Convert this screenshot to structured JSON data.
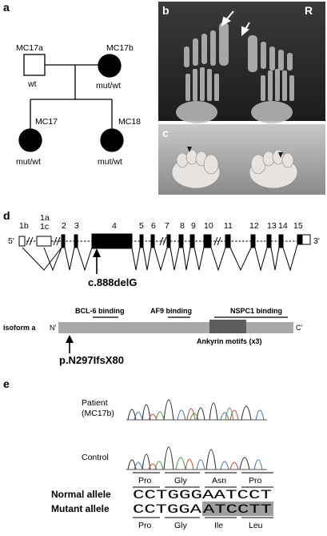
{
  "panel_a": {
    "letter": "a",
    "members": [
      {
        "id": "MC17a",
        "genotype": "wt"
      },
      {
        "id": "MC17b",
        "genotype": "mut/wt"
      },
      {
        "id": "MC17",
        "genotype": "mut/wt"
      },
      {
        "id": "MC18",
        "genotype": "mut/wt"
      }
    ]
  },
  "panel_b": {
    "letter": "b",
    "side_label": "R"
  },
  "panel_c": {
    "letter": "c"
  },
  "panel_d": {
    "letter": "d",
    "five_prime": "5'",
    "three_prime": "3'",
    "exons": [
      "1b",
      "1a",
      "1c",
      "2",
      "3",
      "4",
      "5",
      "6",
      "7",
      "8",
      "9",
      "10",
      "11",
      "12",
      "13",
      "14",
      "15"
    ],
    "mutation_cdna": "c.888delG",
    "isoform_label": "isoform a",
    "n_term": "N'",
    "c_term": "C'",
    "domains": [
      "BCL-6 binding",
      "AF9 binding",
      "NSPC1 binding"
    ],
    "ankyrin_label": "Ankyrin motifs (x3)",
    "mutation_protein": "p.N297IfsX80"
  },
  "panel_e": {
    "letter": "e",
    "patient_label": "Patient",
    "patient_id": "(MC17b)",
    "control_label": "Control",
    "codons_top": [
      "Pro",
      "Gly",
      "Asn",
      "Pro"
    ],
    "normal_label": "Normal allele",
    "normal_seq": "CCTGGGAATCCT",
    "mutant_label": "Mutant allele",
    "mutant_seq_normal_part": "CCTGGA",
    "mutant_seq_shift_part": "ATCCTT",
    "codons_bottom": [
      "Pro",
      "Gly",
      "Ile",
      "Leu"
    ]
  }
}
